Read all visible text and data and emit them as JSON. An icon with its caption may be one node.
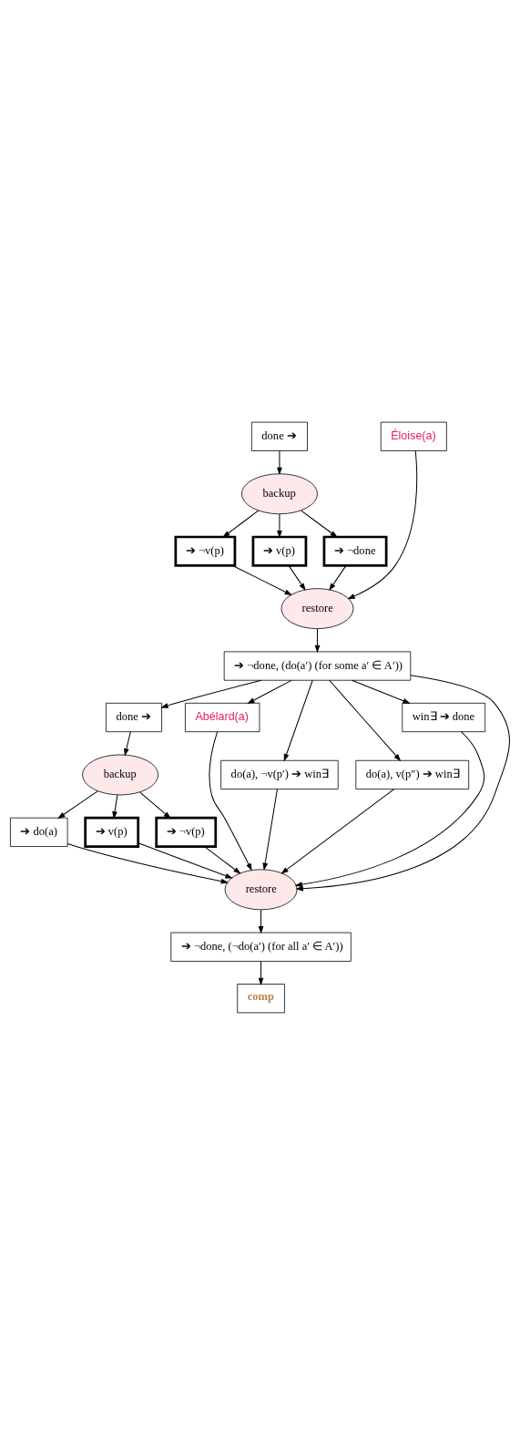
{
  "diagram": {
    "nodes": [
      {
        "text": [
          "done ➔"
        ]
      },
      {
        "text": [
          "Éloise(a)"
        ]
      },
      {
        "text": [
          "backup"
        ]
      },
      {
        "text": [
          "➔ ¬v(p)"
        ]
      },
      {
        "text": [
          "➔ v(p)"
        ]
      },
      {
        "text": [
          "➔ ¬done"
        ]
      },
      {
        "text": [
          "restore"
        ]
      },
      {
        "text": [
          "➔ ¬done, (do(a′) (for some a′ ∈ A′))"
        ]
      },
      {
        "text": [
          "done ➔"
        ]
      },
      {
        "text": [
          "Abélard(a)"
        ]
      },
      {
        "text": [
          "backup"
        ]
      },
      {
        "text": [
          "do(a), ¬v(p′) ➔ win∃"
        ]
      },
      {
        "text": [
          "➔ do(a)"
        ]
      },
      {
        "text": [
          "do(a), v(p″) ➔ win∃"
        ]
      },
      {
        "text": [
          "➔ v(p)"
        ]
      },
      {
        "text": [
          "win∃ ➔ done"
        ]
      },
      {
        "text": [
          "➔ ¬v(p)"
        ]
      },
      {
        "text": [
          "restore"
        ]
      },
      {
        "text": [
          "➔ ¬done, (¬do(a′) (for all a′ ∈ A′))"
        ]
      },
      {
        "text": [
          "comp"
        ]
      }
    ],
    "edges": [
      {
        "from": 0,
        "to": 2,
        "arrow": "to"
      },
      {
        "from": 2,
        "to": 3,
        "arrow": "to"
      },
      {
        "from": 2,
        "to": 4,
        "arrow": "to"
      },
      {
        "from": 2,
        "to": 5,
        "arrow": "to"
      },
      {
        "from": 3,
        "to": 6,
        "arrow": "to"
      },
      {
        "from": 1,
        "to": 6,
        "arrow": "to"
      },
      {
        "from": 4,
        "to": 6,
        "arrow": "to"
      },
      {
        "from": 5,
        "to": 6,
        "arrow": "to"
      },
      {
        "from": 6,
        "to": 7,
        "arrow": "to"
      },
      {
        "from": 7,
        "to": 8,
        "arrow": "to"
      },
      {
        "from": 7,
        "to": 9,
        "arrow": "to"
      },
      {
        "from": 7,
        "to": 11,
        "arrow": "to"
      },
      {
        "from": 7,
        "to": 13,
        "arrow": "to"
      },
      {
        "from": 7,
        "to": 15,
        "arrow": "to"
      },
      {
        "from": 7,
        "to": 17,
        "arrow": "to"
      },
      {
        "from": 8,
        "to": 10,
        "arrow": "to"
      },
      {
        "from": 10,
        "to": 12,
        "arrow": "to"
      },
      {
        "from": 10,
        "to": 14,
        "arrow": "to"
      },
      {
        "from": 10,
        "to": 16,
        "arrow": "to"
      },
      {
        "from": 9,
        "to": 17,
        "arrow": "to"
      },
      {
        "from": 11,
        "to": 17,
        "arrow": "to"
      },
      {
        "from": 12,
        "to": 17,
        "arrow": "to"
      },
      {
        "from": 13,
        "to": 17,
        "arrow": "to"
      },
      {
        "from": 14,
        "to": 17,
        "arrow": "to"
      },
      {
        "from": 15,
        "to": 17,
        "arrow": "to"
      },
      {
        "from": 16,
        "to": 17,
        "arrow": "to"
      },
      {
        "from": 17,
        "to": 18,
        "arrow": "to"
      },
      {
        "from": 18,
        "to": 19,
        "arrow": "to"
      }
    ]
  }
}
